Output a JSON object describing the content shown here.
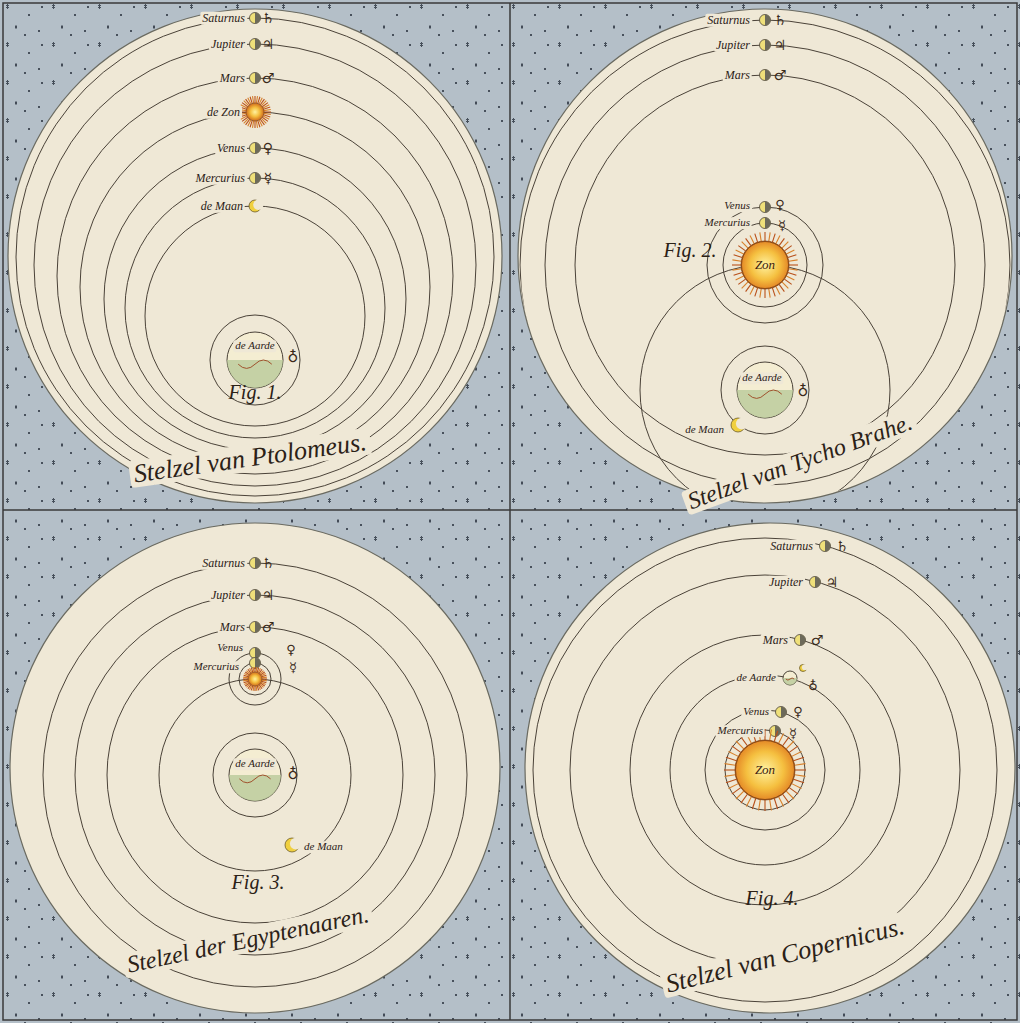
{
  "diagram": {
    "nodes": [
      {
        "text": [
          "Zon"
        ]
      },
      {
        "text": [
          "Zon"
        ]
      }
    ],
    "labels": [
      "Saturnus",
      "♄",
      "Jupiter",
      "♃",
      "Mars",
      "♂",
      "de Zon",
      "Venus",
      "♀",
      "Mercurius",
      "☿",
      "de Maan",
      "de Aarde",
      "♁",
      "Fig. 1.",
      "Stelzel van Ptolomeus.",
      "Saturnus",
      "♄",
      "Jupiter",
      "♃",
      "Mars",
      "♂",
      "Venus",
      "♀",
      "Mercurius",
      "☿",
      "de Aarde",
      "♁",
      "de Maan",
      "Fig. 2.",
      "Stelzel van Tycho Brahe.",
      "Saturnus",
      "♄",
      "Jupiter",
      "♃",
      "Mars",
      "♂",
      "Venus",
      "♀",
      "Mercurius",
      "☿",
      "de Aarde",
      "♁",
      "de Maan",
      "Fig. 3.",
      "Stelzel der Egyptenaaren.",
      "Saturnus",
      "♄",
      "Jupiter",
      "♃",
      "Mars",
      "♂",
      "de Aarde",
      "♁",
      "Venus",
      "♀",
      "Mercurius",
      "☿",
      "Fig. 4.",
      "Stelzel van Copernicus."
    ]
  }
}
